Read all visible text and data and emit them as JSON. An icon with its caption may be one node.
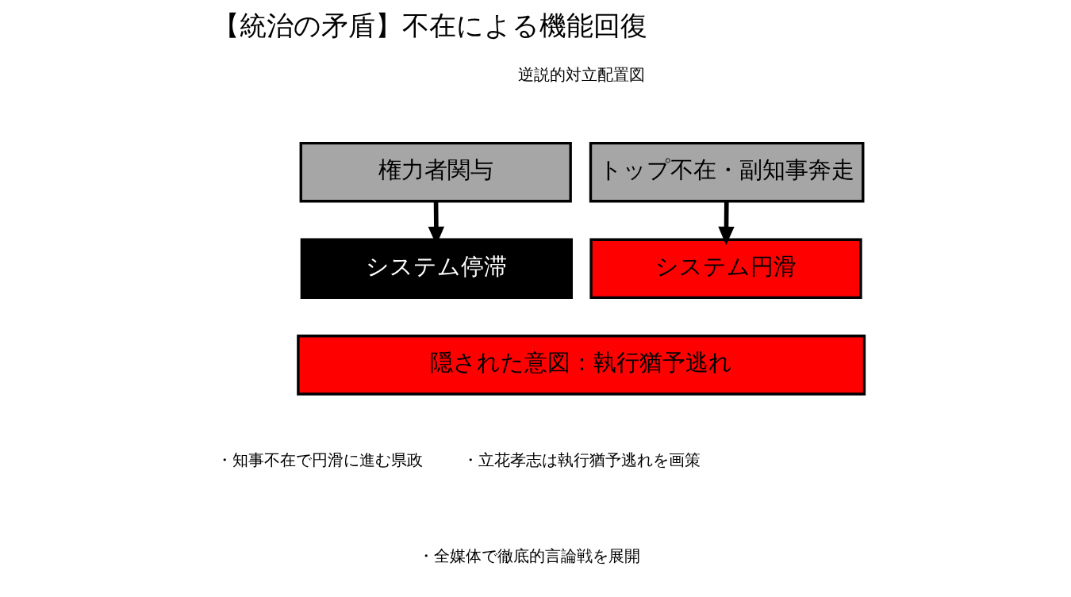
{
  "diagram": {
    "title": "【統治の矛盾】不在による機能回復",
    "nodes": [
      {
        "text": [
          "権力者関与"
        ]
      },
      {
        "text": [
          "トップ不在・副知事奔走"
        ]
      },
      {
        "text": [
          "システム停滞"
        ]
      },
      {
        "text": [
          "システム円滑"
        ]
      },
      {
        "text": [
          "隠された意図：執行猶予逃れ"
        ]
      }
    ],
    "edges": [
      {
        "from": 0,
        "to": 2,
        "arrow": "to"
      },
      {
        "from": 1,
        "to": 3,
        "arrow": "to"
      }
    ],
    "labels": [
      "逆説的対立配置図",
      "・知事不在で円滑に進む県政",
      "・立花孝志は執行猶予逃れを画策",
      "・全媒体で徹底的言論戦を展開"
    ]
  }
}
